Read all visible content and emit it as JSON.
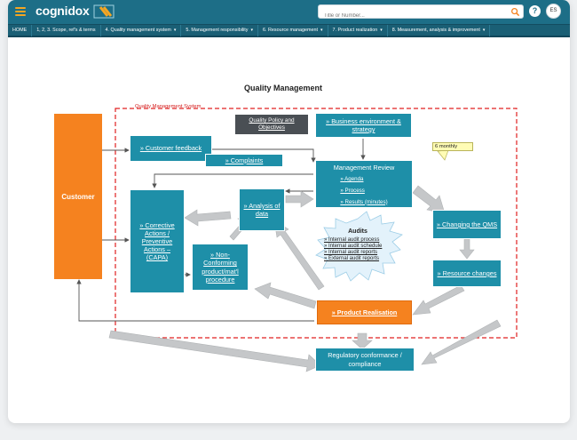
{
  "app": {
    "logo_text": "cognidox",
    "search_placeholder": "Title or Number...",
    "help_label": "?",
    "avatar_initials": "ES",
    "colors": {
      "topbar": "#1d6e87",
      "nav": "#1a5f75",
      "accent": "#f5a623"
    }
  },
  "nav": {
    "items": [
      {
        "label": "HOME",
        "caret": ""
      },
      {
        "label": "1, 2, 3. Scope, ref's & terms",
        "caret": ""
      },
      {
        "label": "4. Quality management system",
        "caret": "▾"
      },
      {
        "label": "5. Management responsibility",
        "caret": "▾"
      },
      {
        "label": "6. Resource management",
        "caret": "▾"
      },
      {
        "label": "7. Product realization",
        "caret": "▾"
      },
      {
        "label": "8. Measurement, analysis & improvement",
        "caret": "▾"
      }
    ]
  },
  "diagram": {
    "title": "Quality Management",
    "qms_label": "Quality Management System",
    "customer": "Customer",
    "quality_policy": "Quality Policy and Objectives",
    "business_env": "» Business environment & strategy",
    "customer_feedback": "» Customer feedback",
    "complaints": "» Complaints",
    "management_review": {
      "title": "Management Review",
      "items": [
        "» Agenda",
        "» Process",
        "» Results (minutes)"
      ]
    },
    "note": "6 monthly",
    "analysis": "» Analysis of data",
    "capa": "» Corrective Actions / Preventive Actions – (CAPA)",
    "non_conforming": "» Non-Conforming product/mat'l procedure",
    "audits": {
      "title": "Audits",
      "items": [
        "» Internal audit process",
        "» Internal audit schedule",
        "» Internal audit reports",
        "» External audit reports"
      ]
    },
    "changing_qms": "» Changing the QMS",
    "resource_changes": "» Resource changes",
    "product_realisation": "» Product Realisation",
    "regulatory": "Regulatory conformance / compliance"
  }
}
